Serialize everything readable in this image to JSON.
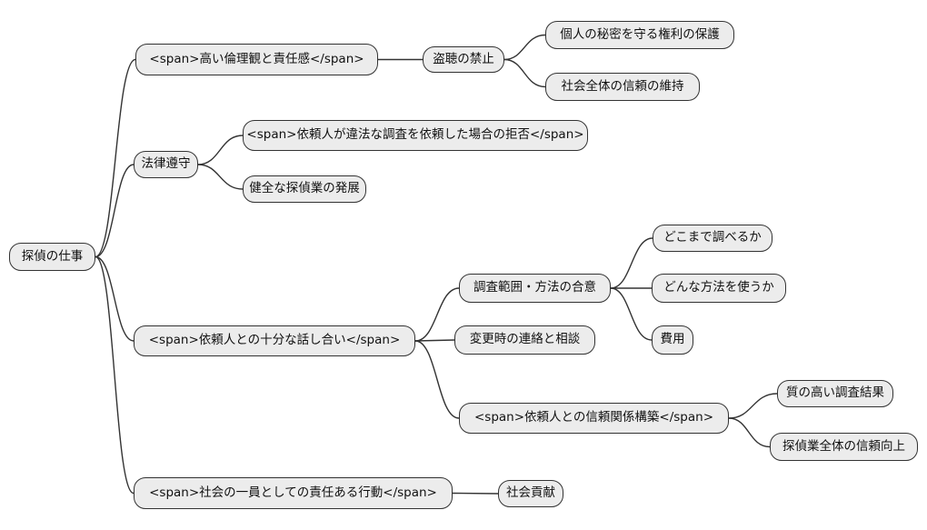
{
  "diagram": {
    "type": "mindmap",
    "orientation": "left-to-right",
    "colors": {
      "background": "#ffffff",
      "node_fill": "#ececec",
      "node_border": "#333333",
      "edge": "#333333",
      "text": "#111111"
    }
  },
  "nodes": [
    {
      "id": "root",
      "parent": null,
      "label": "探偵の仕事"
    },
    {
      "id": "ethics-responsibility",
      "parent": "root",
      "label": "<span>高い倫理観と責任感</span>"
    },
    {
      "id": "wiretap-ban",
      "parent": "ethics-responsibility",
      "label": "盗聴の禁止"
    },
    {
      "id": "privacy-rights",
      "parent": "wiretap-ban",
      "label": "個人の秘密を守る権利の保護"
    },
    {
      "id": "social-trust",
      "parent": "wiretap-ban",
      "label": "社会全体の信頼の維持"
    },
    {
      "id": "law-compliance",
      "parent": "root",
      "label": "法律遵守"
    },
    {
      "id": "illegal-request-refusal",
      "parent": "law-compliance",
      "label": "<span>依頼人が違法な調査を依頼した場合の拒否</span>"
    },
    {
      "id": "healthy-industry",
      "parent": "law-compliance",
      "label": "健全な探偵業の発展"
    },
    {
      "id": "client-discussion",
      "parent": "root",
      "label": "<span>依頼人との十分な話し合い</span>"
    },
    {
      "id": "scope-agreement",
      "parent": "client-discussion",
      "label": "調査範囲・方法の合意"
    },
    {
      "id": "change-consultation",
      "parent": "client-discussion",
      "label": "変更時の連絡と相談"
    },
    {
      "id": "how-far",
      "parent": "scope-agreement",
      "label": "どこまで調べるか"
    },
    {
      "id": "what-methods",
      "parent": "scope-agreement",
      "label": "どんな方法を使うか"
    },
    {
      "id": "cost",
      "parent": "scope-agreement",
      "label": "費用"
    },
    {
      "id": "trust-building",
      "parent": "client-discussion",
      "label": "<span>依頼人との信頼関係構築</span>"
    },
    {
      "id": "quality-results",
      "parent": "trust-building",
      "label": "質の高い調査結果"
    },
    {
      "id": "industry-trust",
      "parent": "trust-building",
      "label": "探偵業全体の信頼向上"
    },
    {
      "id": "responsible-action",
      "parent": "root",
      "label": "<span>社会の一員としての責任ある行動</span>"
    },
    {
      "id": "social-contribution",
      "parent": "responsible-action",
      "label": "社会貢献"
    }
  ]
}
